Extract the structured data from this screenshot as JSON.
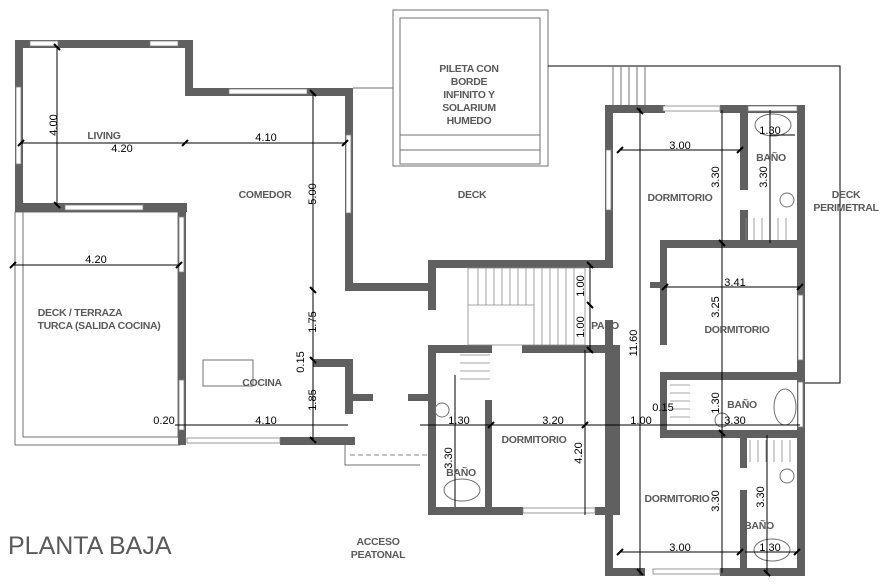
{
  "title": "PLANTA BAJA",
  "rooms": {
    "living": "LIVING",
    "comedor": "COMEDOR",
    "cocina": "COCINA",
    "deck_terraza_1": "DECK / TERRAZA",
    "deck_terraza_2": "TURCA (SALIDA COCINA)",
    "pool_1": "PILETA CON",
    "pool_2": "BORDE",
    "pool_3": "INFINITO Y",
    "pool_4": "SOLARIUM",
    "pool_5": "HUMEDO",
    "deck": "DECK",
    "deck_perimetral_1": "DECK",
    "deck_perimetral_2": "PERIMETRAL",
    "paso": "PASO",
    "dormitorio_1": "DORMITORIO",
    "dormitorio_2": "DORMITORIO",
    "dormitorio_3": "DORMITORIO",
    "dormitorio_4": "DORMITORIO",
    "bano_1": "BAÑO",
    "bano_2": "BAÑO",
    "bano_3": "BAÑO",
    "bano_4": "BAÑO",
    "acceso_1": "ACCESO",
    "acceso_2": "PEATONAL"
  },
  "dimensions": {
    "living_h": "4.00",
    "living_w": "4.20",
    "comedor_w": "4.10",
    "comedor_h": "5.00",
    "deck_w": "4.20",
    "cocina_175": "1.75",
    "cocina_015": "0.15",
    "cocina_185": "1.85",
    "cocina_020": "0.20",
    "cocina_w": "4.10",
    "paso_100a": "1.00",
    "paso_100b": "1.00",
    "total_1160": "11.60",
    "dorm1_w": "3.00",
    "dorm1_h": "3.30",
    "bano1_w": "1.30",
    "bano1_h": "3.30",
    "dorm2_w": "3.41",
    "dorm2_h": "3.25",
    "bano2_h": "1.30",
    "bano2_w": "3.30",
    "dim_015": "0.15",
    "dim_100": "1.00",
    "dorm3_w": "3.20",
    "dorm3_h": "4.20",
    "bano3_w": "1.30",
    "bano3_h": "3.30",
    "dorm4_w": "3.00",
    "dorm4_h": "3.30",
    "bano4_w": "1.30",
    "bano4_h": "3.30"
  }
}
